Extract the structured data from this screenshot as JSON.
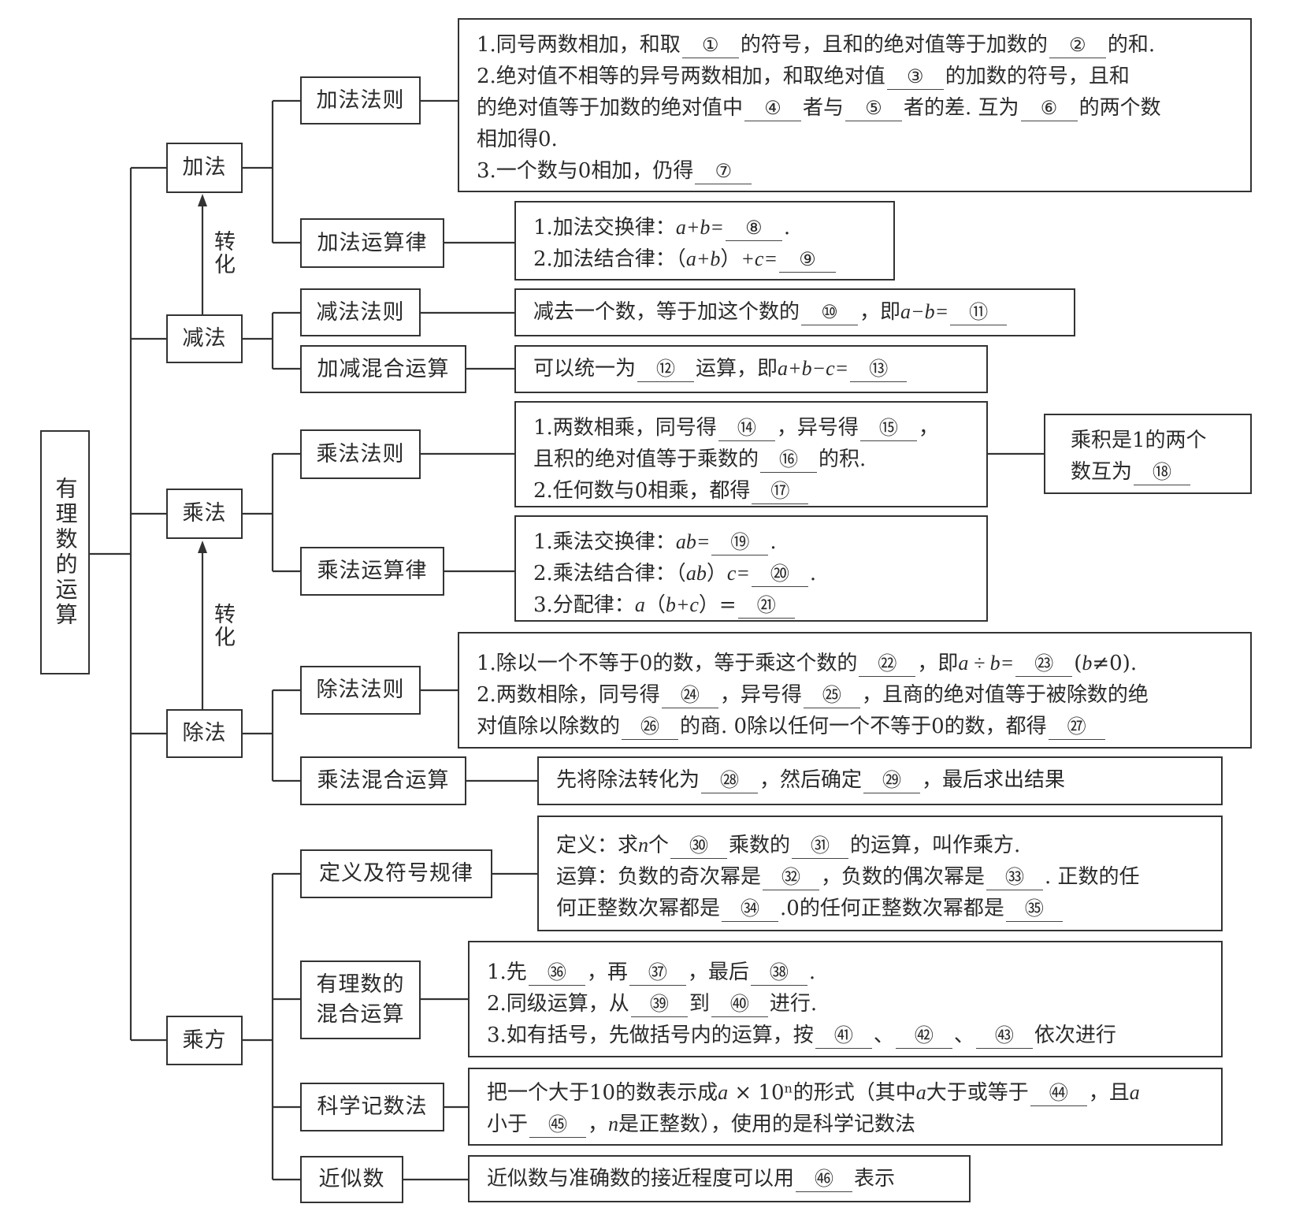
{
  "root": {
    "label": "有理数的运算"
  },
  "transform_label": "转化",
  "level1": {
    "addition": "加法",
    "subtraction": "减法",
    "multiplication": "乘法",
    "division": "除法",
    "power": "乘方"
  },
  "level2": {
    "add_rule": "加法法则",
    "add_law": "加法运算律",
    "sub_rule": "减法法则",
    "add_sub_mixed": "加减混合运算",
    "mul_rule": "乘法法则",
    "mul_law": "乘法运算律",
    "div_rule": "除法法则",
    "mul_div_mixed": "乘法混合运算",
    "def_sign": "定义及符号规律",
    "mixed_ops": "有理数的混合运算",
    "sci_notation": "科学记数法",
    "approx": "近似数"
  },
  "content": {
    "add_rule": [
      [
        {
          "t": "1.同号两数相加，和取"
        },
        {
          "b": "①"
        },
        {
          "t": "的符号，且和的绝对值等于加数的"
        },
        {
          "b": "②"
        },
        {
          "t": "的和."
        }
      ],
      [
        {
          "t": "2.绝对值不相等的异号两数相加，和取绝对值"
        },
        {
          "b": "③"
        },
        {
          "t": "的加数的符号，且和"
        }
      ],
      [
        {
          "t": "的绝对值等于加数的绝对值中"
        },
        {
          "b": "④"
        },
        {
          "t": "者与"
        },
        {
          "b": "⑤"
        },
        {
          "t": "者的差. 互为"
        },
        {
          "b": "⑥"
        },
        {
          "t": "的两个数"
        }
      ],
      [
        {
          "t": "相加得0."
        }
      ],
      [
        {
          "t": "3.一个数与0相加，仍得"
        },
        {
          "b": "⑦"
        }
      ]
    ],
    "add_law": [
      [
        {
          "t": "1.加法交换律："
        },
        {
          "m": "a+b="
        },
        {
          "b": "⑧"
        },
        {
          "t": "."
        }
      ],
      [
        {
          "t": "2.加法结合律：（"
        },
        {
          "m": "a+b"
        },
        {
          "t": "）"
        },
        {
          "m": "+c="
        },
        {
          "b": "⑨"
        }
      ]
    ],
    "sub_rule": [
      [
        {
          "t": "减去一个数，等于加这个数的"
        },
        {
          "b": "⑩"
        },
        {
          "t": "，即"
        },
        {
          "m": "a−b="
        },
        {
          "b": "⑪"
        }
      ]
    ],
    "add_sub_mixed": [
      [
        {
          "t": "可以统一为"
        },
        {
          "b": "⑫"
        },
        {
          "t": "运算，即"
        },
        {
          "m": "a+b−c="
        },
        {
          "b": "⑬"
        }
      ]
    ],
    "mul_rule": [
      [
        {
          "t": "1.两数相乘，同号得"
        },
        {
          "b": "⑭"
        },
        {
          "t": "，异号得"
        },
        {
          "b": "⑮"
        },
        {
          "t": "，"
        }
      ],
      [
        {
          "t": "且积的绝对值等于乘数的"
        },
        {
          "b": "⑯"
        },
        {
          "t": "的积."
        }
      ],
      [
        {
          "t": "2.任何数与0相乘，都得"
        },
        {
          "b": "⑰"
        }
      ]
    ],
    "reciprocal": [
      [
        {
          "t": "乘积是1的两个"
        }
      ],
      [
        {
          "t": "数互为"
        },
        {
          "b": "⑱"
        }
      ]
    ],
    "mul_law": [
      [
        {
          "t": "1.乘法交换律："
        },
        {
          "m": "ab="
        },
        {
          "b": "⑲"
        },
        {
          "t": "."
        }
      ],
      [
        {
          "t": "2.乘法结合律：（"
        },
        {
          "m": "ab"
        },
        {
          "t": "）"
        },
        {
          "m": "c="
        },
        {
          "b": "⑳"
        },
        {
          "t": "."
        }
      ],
      [
        {
          "t": "3.分配律："
        },
        {
          "m": "a"
        },
        {
          "t": "（"
        },
        {
          "m": "b+c"
        },
        {
          "t": "）="
        },
        {
          "b": "㉑"
        }
      ]
    ],
    "div_rule": [
      [
        {
          "t": "1.除以一个不等于0的数，等于乘这个数的"
        },
        {
          "b": "㉒"
        },
        {
          "t": "，即"
        },
        {
          "m": "a ÷ b="
        },
        {
          "b": "㉓"
        },
        {
          "t": "("
        },
        {
          "m": "b"
        },
        {
          "t": "≠0)."
        }
      ],
      [
        {
          "t": "2.两数相除，同号得"
        },
        {
          "b": "㉔"
        },
        {
          "t": "，异号得"
        },
        {
          "b": "㉕"
        },
        {
          "t": "，且商的绝对值等于被除数的绝"
        }
      ],
      [
        {
          "t": "对值除以除数的"
        },
        {
          "b": "㉖"
        },
        {
          "t": "的商. 0除以任何一个不等于0的数，都得"
        },
        {
          "b": "㉗"
        }
      ]
    ],
    "mul_div_mixed": [
      [
        {
          "t": "先将除法转化为"
        },
        {
          "b": "㉘"
        },
        {
          "t": "，然后确定"
        },
        {
          "b": "㉙"
        },
        {
          "t": "，最后求出结果"
        }
      ]
    ],
    "def_sign": [
      [
        {
          "t": "定义：求"
        },
        {
          "m": "n"
        },
        {
          "t": "个"
        },
        {
          "b": "㉚"
        },
        {
          "t": "乘数的"
        },
        {
          "b": "㉛"
        },
        {
          "t": "的运算，叫作乘方."
        }
      ],
      [
        {
          "t": "运算：负数的奇次幂是"
        },
        {
          "b": "㉜"
        },
        {
          "t": "，负数的偶次幂是"
        },
        {
          "b": "㉝"
        },
        {
          "t": ". 正数的任"
        }
      ],
      [
        {
          "t": "何正整数次幂都是"
        },
        {
          "b": "㉞"
        },
        {
          "t": ".0的任何正整数次幂都是"
        },
        {
          "b": "㉟"
        }
      ]
    ],
    "mixed_ops": [
      [
        {
          "t": "1.先"
        },
        {
          "b": "㊱"
        },
        {
          "t": "，再"
        },
        {
          "b": "㊲"
        },
        {
          "t": "，最后"
        },
        {
          "b": "㊳"
        },
        {
          "t": "."
        }
      ],
      [
        {
          "t": "2.同级运算，从"
        },
        {
          "b": "㊴"
        },
        {
          "t": "到"
        },
        {
          "b": "㊵"
        },
        {
          "t": "进行."
        }
      ],
      [
        {
          "t": "3.如有括号，先做括号内的运算，按"
        },
        {
          "b": "㊶"
        },
        {
          "t": "、"
        },
        {
          "b": "㊷"
        },
        {
          "t": "、"
        },
        {
          "b": "㊸"
        },
        {
          "t": "依次进行"
        }
      ]
    ],
    "sci_notation": [
      [
        {
          "t": "把一个大于10的数表示成"
        },
        {
          "m": "a"
        },
        {
          "t": " × 10ⁿ的形式（其中"
        },
        {
          "m": "a"
        },
        {
          "t": "大于或等于"
        },
        {
          "b": "㊹"
        },
        {
          "t": "，且"
        },
        {
          "m": "a"
        }
      ],
      [
        {
          "t": "小于"
        },
        {
          "b": "㊺"
        },
        {
          "t": "，"
        },
        {
          "m": "n"
        },
        {
          "t": "是正整数），使用的是科学记数法"
        }
      ]
    ],
    "approx": [
      [
        {
          "t": "近似数与准确数的接近程度可以用"
        },
        {
          "b": "㊻"
        },
        {
          "t": "表示"
        }
      ]
    ]
  }
}
